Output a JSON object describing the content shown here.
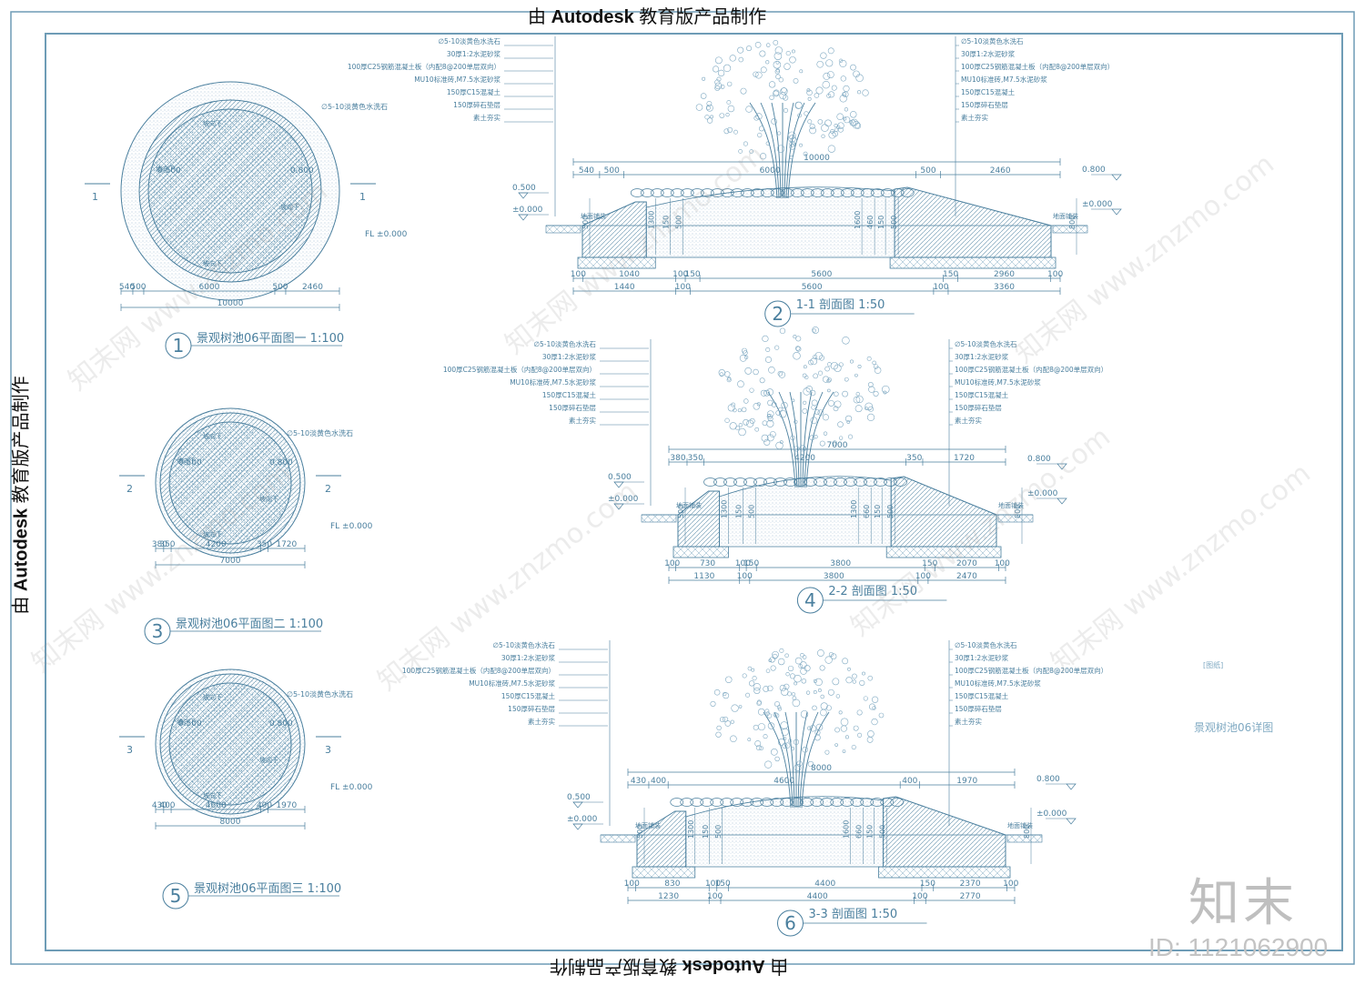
{
  "banner": {
    "prefix": "由",
    "brand": "Autodesk",
    "suffix": "教育版产品制作"
  },
  "watermark": {
    "text": "知末网 www.znzmo.com"
  },
  "footer": {
    "brand": "知末",
    "id": "ID: 1121062900"
  },
  "colors": {
    "line": "#4a7f9e",
    "hatch": "#7fa9c2",
    "frame": "#6e9cb6"
  },
  "side_title": "景观树池06详图",
  "side_stamp": "[图纸]",
  "plans": [
    {
      "title": "景观树池06平面图一 1:100",
      "num": "1",
      "marker": "1",
      "dims_top": [
        "540",
        "500",
        "6000",
        "500",
        "2460"
      ],
      "dim_total": "10000",
      "levels": [
        "0.500",
        "0.800"
      ],
      "fl": "FL ±0.000",
      "stone": "∅5-10淡黄色水洗石",
      "labels": [
        "坡向下",
        "坡向下",
        "坡向下",
        "坡向下"
      ]
    },
    {
      "title": "景观树池06平面图二 1:100",
      "num": "3",
      "marker": "2",
      "dims_top": [
        "380",
        "350",
        "4200",
        "350",
        "1720"
      ],
      "dim_total": "7000",
      "levels": [
        "0.500",
        "0.800"
      ],
      "fl": "FL ±0.000",
      "stone": "∅5-10淡黄色水洗石",
      "labels": [
        "坡向下",
        "坡向下",
        "坡向下",
        "坡向下"
      ]
    },
    {
      "title": "景观树池06平面图三 1:100",
      "num": "5",
      "marker": "3",
      "dims_top": [
        "430",
        "400",
        "4600",
        "400",
        "1970"
      ],
      "dim_total": "8000",
      "levels": [
        "0.500",
        "0.800"
      ],
      "fl": "FL ±0.000",
      "stone": "∅5-10淡黄色水洗石",
      "labels": [
        "坡向下",
        "坡向下",
        "坡向下",
        "坡向下"
      ]
    }
  ],
  "layers": [
    "∅5-10淡黄色水洗石",
    "30厚1:2水泥砂浆",
    "100厚C25钢筋混凝土板（内配8@200单层双向）",
    "MU10标准砖,M7.5水泥砂浆",
    "150厚C15混凝土",
    "150厚碎石垫层",
    "素土夯实"
  ],
  "sections": [
    {
      "title": "1-1 剖面图 1:50",
      "num": "2",
      "top_dims": [
        "540",
        "500",
        "6000",
        "500",
        "2460"
      ],
      "top_total": "10000",
      "bot_dims1": [
        "100",
        "1040",
        "100",
        "150",
        "5600",
        "150",
        "2960",
        "100"
      ],
      "bot_dims2": [
        "1440",
        "100",
        "5600",
        "100",
        "3360"
      ],
      "vdims": [
        "500",
        "1300",
        "150",
        "500",
        "1600",
        "460",
        "150",
        "500",
        "800"
      ],
      "levels": [
        "0.500",
        "±0.000",
        "0.800",
        "±0.000"
      ],
      "paving": "地面铺装"
    },
    {
      "title": "2-2 剖面图 1:50",
      "num": "4",
      "top_dims": [
        "380",
        "350",
        "4200",
        "350",
        "1720"
      ],
      "top_total": "7000",
      "bot_dims1": [
        "100",
        "730",
        "100",
        "150",
        "3800",
        "150",
        "2070",
        "100"
      ],
      "bot_dims2": [
        "1130",
        "100",
        "3800",
        "100",
        "2470"
      ],
      "vdims": [
        "500",
        "1300",
        "150",
        "500",
        "1300",
        "660",
        "150",
        "500",
        "800"
      ],
      "levels": [
        "0.500",
        "±0.000",
        "0.800",
        "±0.000"
      ],
      "paving": "地面铺装"
    },
    {
      "title": "3-3 剖面图 1:50",
      "num": "6",
      "top_dims": [
        "430",
        "400",
        "4600",
        "400",
        "1970"
      ],
      "top_total": "8000",
      "bot_dims1": [
        "100",
        "830",
        "100",
        "150",
        "4400",
        "150",
        "2370",
        "100"
      ],
      "bot_dims2": [
        "1230",
        "100",
        "4400",
        "100",
        "2770"
      ],
      "vdims": [
        "500",
        "1300",
        "150",
        "500",
        "1600",
        "660",
        "150",
        "500",
        "800"
      ],
      "levels": [
        "0.500",
        "±0.000",
        "0.800",
        "±0.000"
      ],
      "paving": "地面铺装"
    }
  ]
}
